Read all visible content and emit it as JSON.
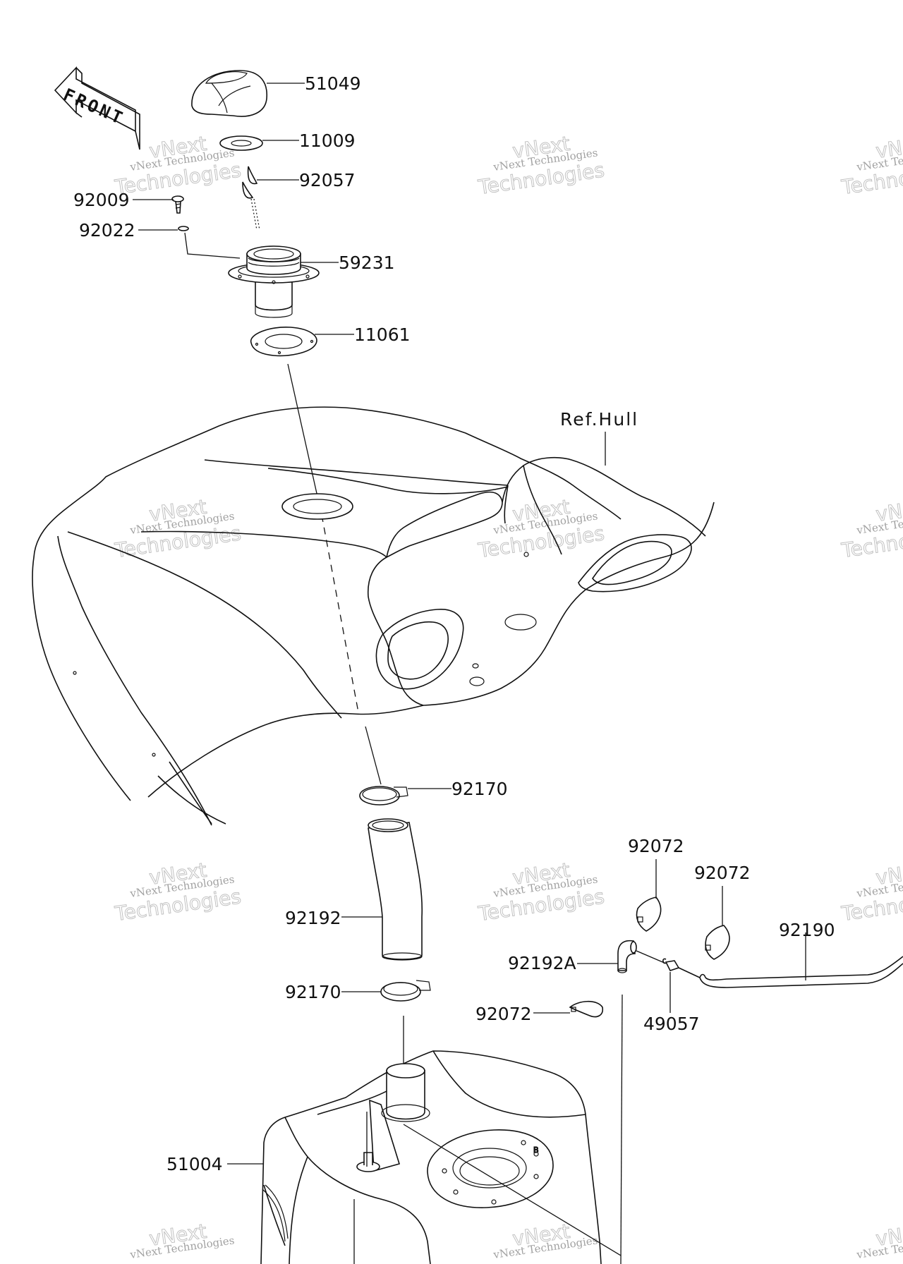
{
  "front_marker": {
    "text": "FRONT"
  },
  "reference_label": "Ref.Hull",
  "watermark": {
    "line1": "vNext Technologies",
    "line2": "vNext",
    "line3": "Technologies"
  },
  "parts": [
    {
      "number": "51049"
    },
    {
      "number": "11009"
    },
    {
      "number": "92057"
    },
    {
      "number": "92009"
    },
    {
      "number": "92022"
    },
    {
      "number": "59231"
    },
    {
      "number": "11061"
    },
    {
      "number": "92170"
    },
    {
      "number": "92192"
    },
    {
      "number": "92170"
    },
    {
      "number": "51004"
    },
    {
      "number": "92072"
    },
    {
      "number": "92072"
    },
    {
      "number": "92190"
    },
    {
      "number": "92192A"
    },
    {
      "number": "92072"
    },
    {
      "number": "49057"
    }
  ]
}
